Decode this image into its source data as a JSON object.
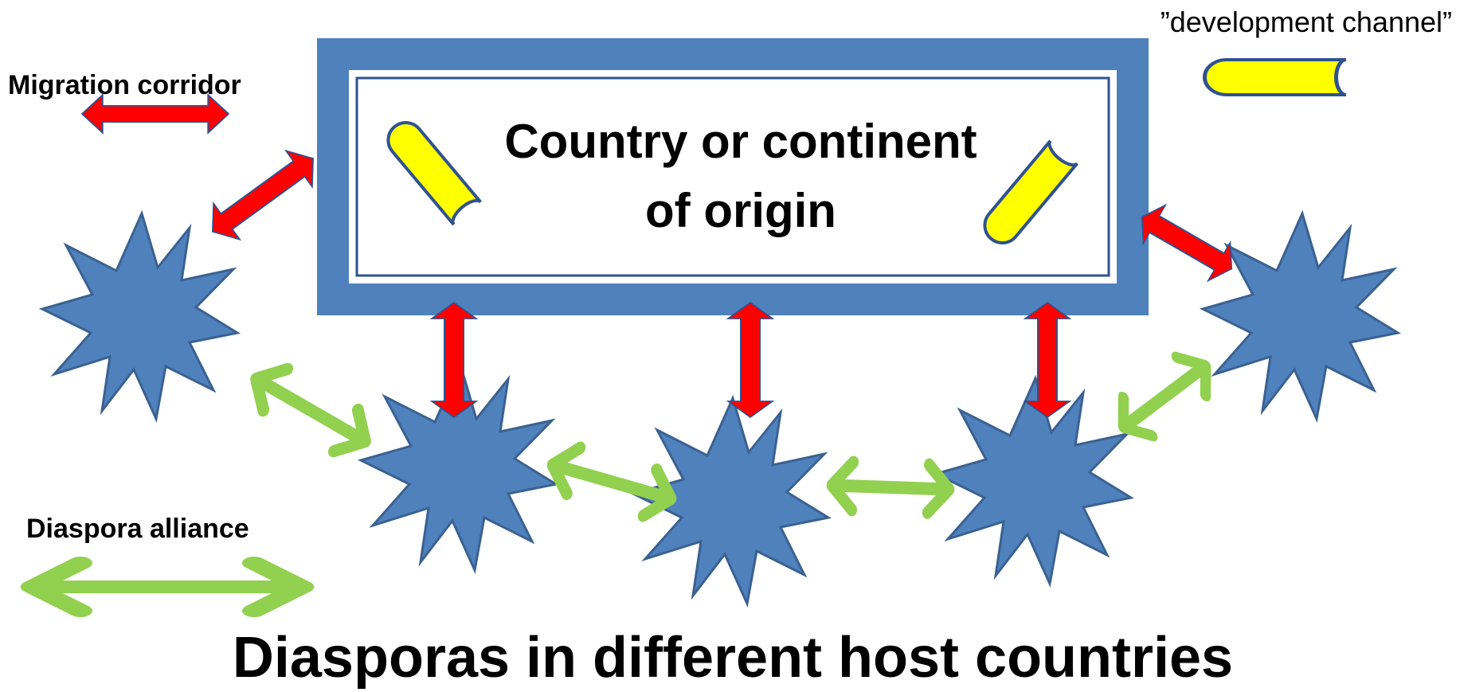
{
  "origin_box": {
    "line1": "Country or continent",
    "line2": "of origin"
  },
  "legend": {
    "migration_corridor": "Migration corridor",
    "diaspora_alliance": "Diaspora alliance",
    "development_channel": "”development channel”"
  },
  "footer_title": "Diasporas in different host countries",
  "colors": {
    "box_border": "#4F81BD",
    "star_fill": "#4F81BD",
    "star_stroke": "#3A6190",
    "migration_arrow": "#FF0000",
    "alliance_arrow": "#92D050",
    "channel_fill": "#FFFF00",
    "channel_stroke": "#2F528F"
  },
  "icons": {
    "diaspora": "star-burst-icon",
    "channel": "pipe-icon"
  }
}
